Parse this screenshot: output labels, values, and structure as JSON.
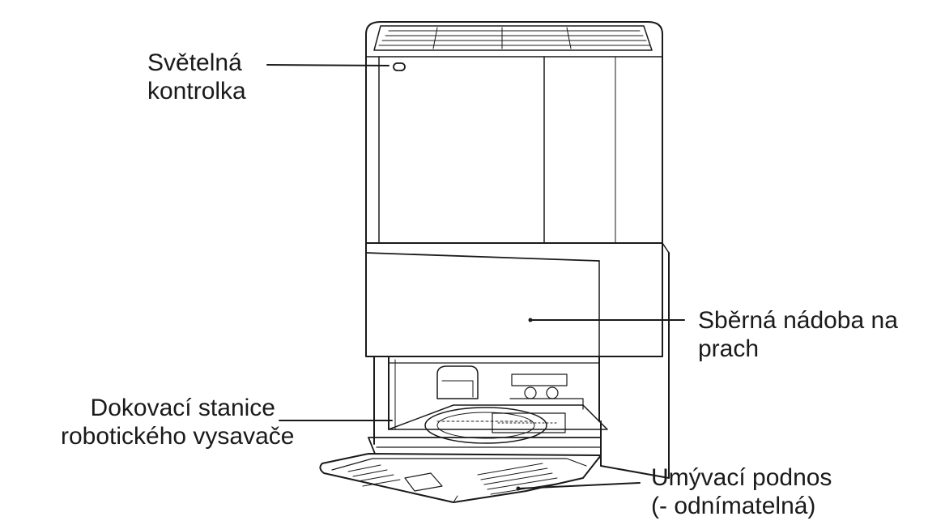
{
  "labels": {
    "indicator": {
      "line1": "Světelná",
      "line2": "kontrolka"
    },
    "dustbin": {
      "line1": "Sběrná nádoba na",
      "line2": "prach"
    },
    "dock": {
      "line1": "Dokovací stanice",
      "line2": "robotického vysavače"
    },
    "tray": {
      "line1": "Umývací podnos",
      "line2": "(- odnímatelná)"
    }
  },
  "colors": {
    "stroke": "#1a1a1a",
    "background": "#ffffff"
  }
}
